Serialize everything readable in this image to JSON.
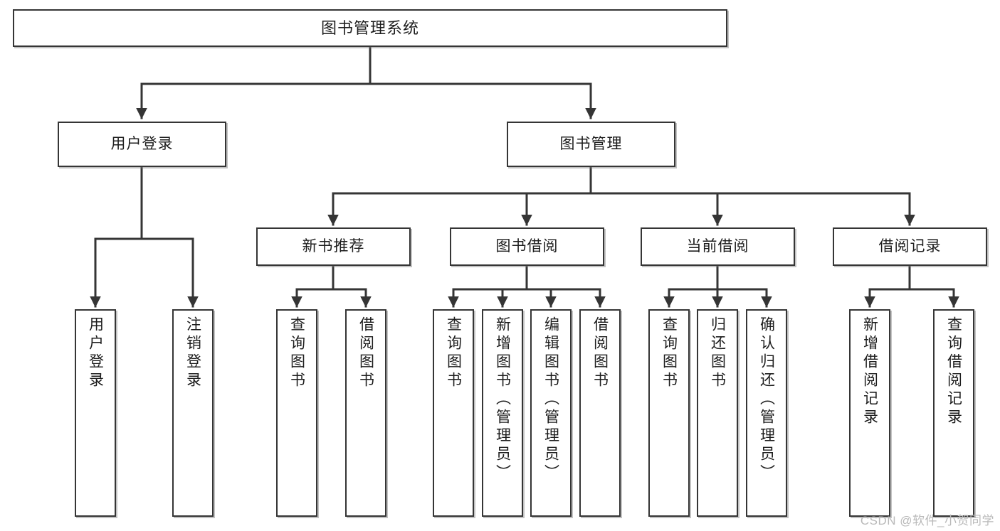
{
  "diagram": {
    "title": "图书管理系统",
    "type": "tree",
    "colors": {
      "stroke": "#353535",
      "fill": "#ffffff",
      "text": "#1d1d1d",
      "watermark": "#b9b9b9"
    },
    "root": {
      "label": "图书管理系统"
    },
    "level1": [
      {
        "label": "用户登录"
      },
      {
        "label": "图书管理"
      }
    ],
    "level2": [
      {
        "label": "新书推荐"
      },
      {
        "label": "图书借阅"
      },
      {
        "label": "当前借阅"
      },
      {
        "label": "借阅记录"
      }
    ],
    "leaves": {
      "user_login": [
        {
          "label": "用户登录"
        },
        {
          "label": "注销登录"
        }
      ],
      "new_book_recommend": [
        {
          "label": "查询图书"
        },
        {
          "label": "借阅图书"
        }
      ],
      "book_borrow": [
        {
          "label": "查询图书"
        },
        {
          "label": "新增图书（管理员）"
        },
        {
          "label": "编辑图书（管理员）"
        },
        {
          "label": "借阅图书"
        }
      ],
      "current_borrow": [
        {
          "label": "查询图书"
        },
        {
          "label": "归还图书"
        },
        {
          "label": "确认归还（管理员）"
        }
      ],
      "borrow_record": [
        {
          "label": "新增借阅记录"
        },
        {
          "label": "查询借阅记录"
        }
      ]
    }
  },
  "watermark": {
    "text": "CSDN @软件_小贺同学"
  }
}
